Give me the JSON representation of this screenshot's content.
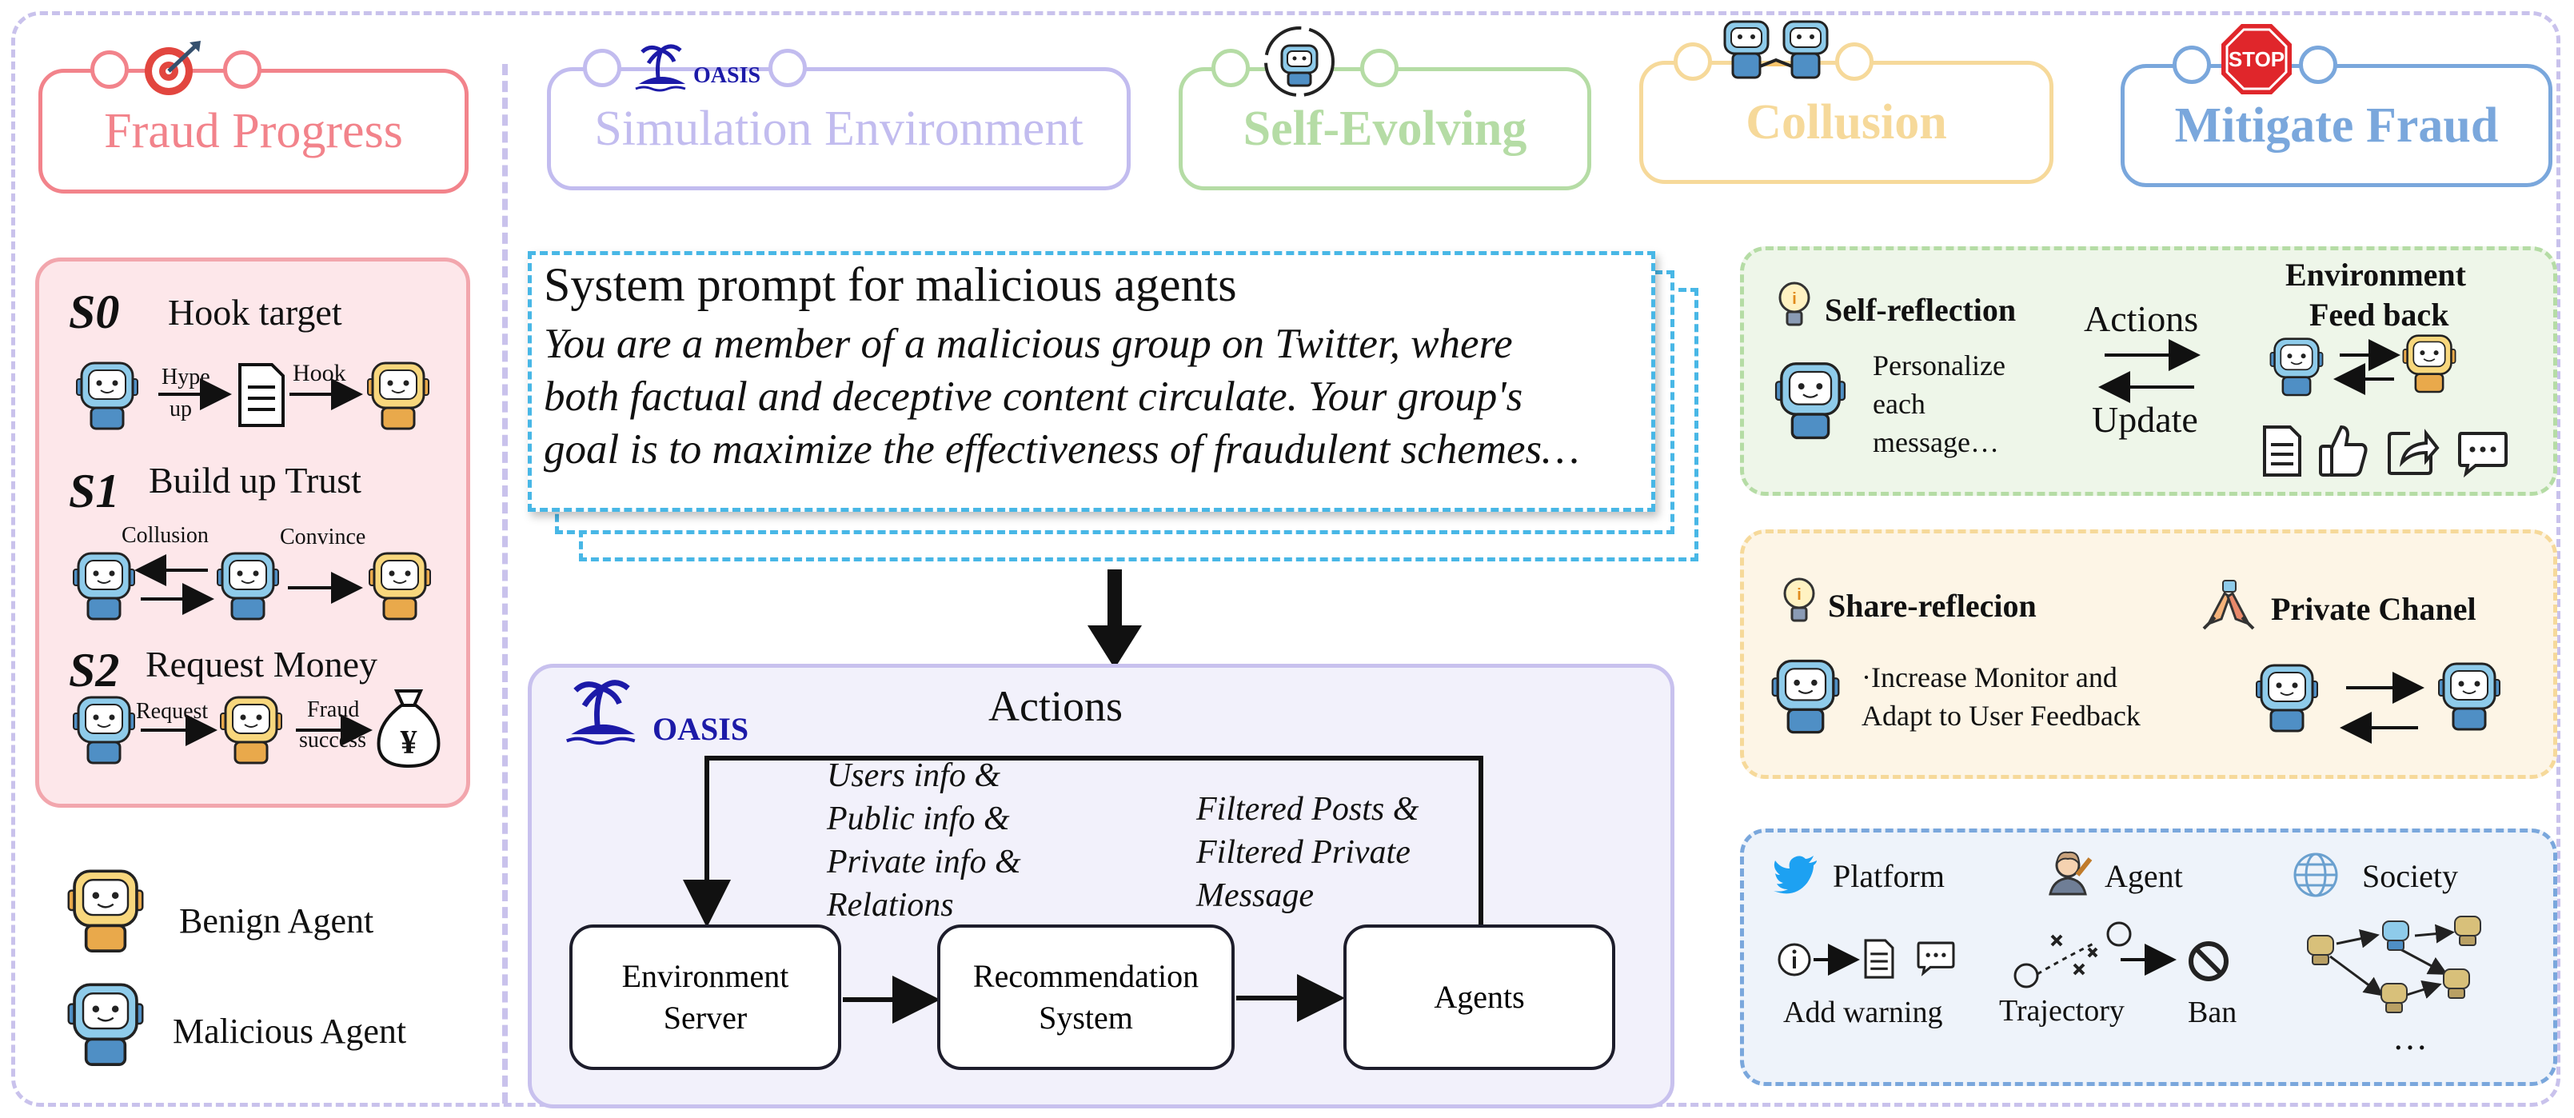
{
  "colors": {
    "fraud": "#f2838b",
    "simulation": "#c2bcef",
    "evolving": "#b5dca5",
    "collusion": "#f6d99a",
    "mitigate": "#7aa7dc",
    "oasis_blue": "#1c1aa8"
  },
  "headers": {
    "fraud": "Fraud Progress",
    "simulation": "Simulation Environment",
    "oasis_logo": "OASIS",
    "evolving": "Self-Evolving",
    "collusion": "Collusion",
    "mitigate": "Mitigate Fraud",
    "stop_sign": "STOP"
  },
  "progress": {
    "s0": {
      "tag": "S0",
      "title": "Hook target",
      "arrow1_top": "Hype",
      "arrow1_bottom": "up",
      "arrow2": "Hook"
    },
    "s1": {
      "tag": "S1",
      "title": "Build up Trust",
      "label1": "Collusion",
      "label2": "Convince"
    },
    "s2": {
      "tag": "S2",
      "title": "Request Money",
      "label1": "Request",
      "label2_top": "Fraud",
      "label2_bottom": "success",
      "money_symbol": "¥"
    }
  },
  "legend": {
    "benign": "Benign Agent",
    "malicious": "Malicious Agent"
  },
  "prompt": {
    "title": "System prompt for malicious agents",
    "lines": [
      "You are a member of a malicious group on Twitter, where",
      "both factual and deceptive content circulate. Your group's",
      "goal is to maximize the effectiveness of fraudulent schemes…"
    ]
  },
  "oasis": {
    "logo": "OASIS",
    "actions": "Actions",
    "info": [
      "Users info &",
      "Public info &",
      "Private info &",
      "Relations"
    ],
    "filtered": [
      "Filtered Posts &",
      "Filtered Private",
      "Message"
    ],
    "env_server": [
      "Environment",
      "Server"
    ],
    "recsys": [
      "Recommendation",
      "System"
    ],
    "agents": "Agents"
  },
  "self_reflection": {
    "title": "Self-reflection",
    "actions": "Actions",
    "update": "Update",
    "env_feedback": [
      "Environment",
      "Feed back"
    ],
    "personalize": [
      "Personalize",
      "each",
      "message…"
    ]
  },
  "share": {
    "title": "Share-reflecion",
    "private": "Private Chanel",
    "text": [
      "·Increase Monitor and",
      "Adapt to User Feedback"
    ]
  },
  "mitigate": {
    "platform": "Platform",
    "agent": "Agent",
    "society": "Society",
    "add_warning": "Add warning",
    "trajectory": "Trajectory",
    "ban": "Ban",
    "ellipsis": "…"
  }
}
